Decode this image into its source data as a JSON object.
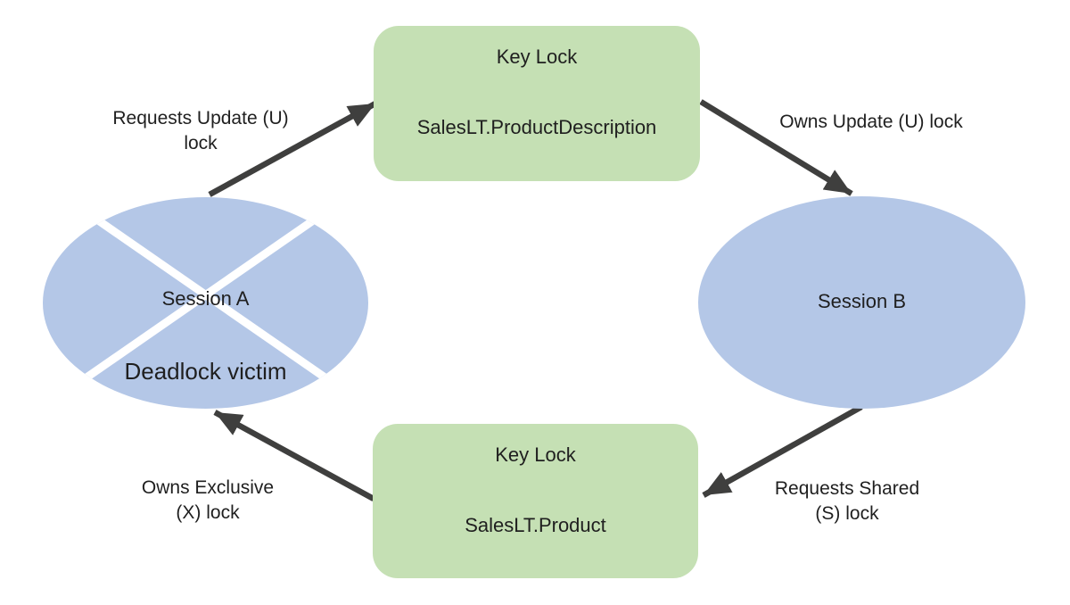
{
  "colors": {
    "session_fill": "#b4c7e7",
    "lock_fill": "#c5e0b4",
    "arrow": "#3f3f3e",
    "text": "#1f1f1f",
    "cross": "#ffffff",
    "background": "#ffffff"
  },
  "nodes": {
    "session_a": {
      "label": "Session A",
      "status": "Deadlock victim"
    },
    "session_b": {
      "label": "Session B"
    },
    "lock_top": {
      "kind": "Key Lock",
      "resource": "SalesLT.ProductDescription"
    },
    "lock_bottom": {
      "kind": "Key Lock",
      "resource": "SalesLT.Product"
    }
  },
  "edges": {
    "requests_update": {
      "line1": "Requests Update (U)",
      "line2": "lock"
    },
    "owns_update": {
      "line1": "Owns Update (U) lock",
      "line2": ""
    },
    "requests_shared": {
      "line1": "Requests Shared",
      "line2": "(S) lock"
    },
    "owns_exclusive": {
      "line1": "Owns Exclusive",
      "line2": "(X) lock"
    }
  }
}
